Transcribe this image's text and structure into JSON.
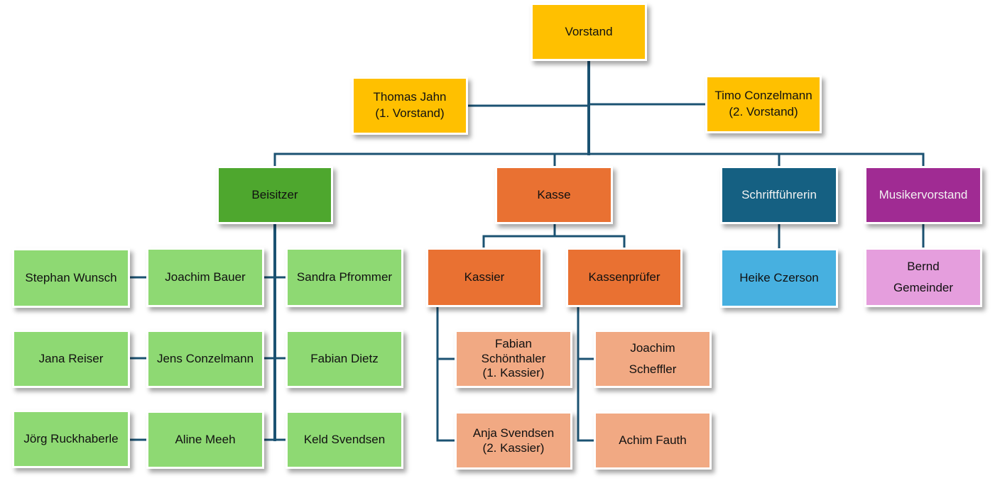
{
  "diagram": {
    "title": "Vorstand",
    "line_color": "#1B5272",
    "root": {
      "label": "Vorstand",
      "color": "#FFC000"
    },
    "assistants": [
      {
        "label": "Thomas Jahn\n(1. Vorstand)",
        "color": "#FFC000"
      },
      {
        "label": "Timo Conzelmann\n(2. Vorstand)",
        "color": "#FFC000"
      }
    ],
    "departments": [
      {
        "label": "Beisitzer",
        "color": "#4EA72E",
        "members": [
          "Stephan Wunsch",
          "Joachim Bauer",
          "Sandra Pfrommer",
          "Jana Reiser",
          "Jens Conzelmann",
          "Fabian Dietz",
          "Jörg Ruckhaberle",
          "Aline Meeh",
          "Keld Svendsen"
        ],
        "member_color": "#8ED973"
      },
      {
        "label": "Kasse",
        "color": "#E97132",
        "subgroups": [
          {
            "label": "Kassier",
            "color": "#E97132",
            "members": [
              "Fabian\nSchönthaler\n(1. Kassier)",
              "Anja Svendsen\n(2. Kassier)"
            ]
          },
          {
            "label": "Kassenprüfer",
            "color": "#E97132",
            "members": [
              "Joachim\nScheffler",
              "Achim Fauth"
            ]
          }
        ],
        "member_color": "#F1A983"
      },
      {
        "label": "Schriftführerin",
        "color": "#156082",
        "members": [
          "Heike Czerson"
        ],
        "member_color": "#47B0E0"
      },
      {
        "label": "Musikervorstand",
        "color": "#A02B93",
        "members": [
          "Bernd\nGemeinder"
        ],
        "member_color": "#E59EDD"
      }
    ]
  }
}
